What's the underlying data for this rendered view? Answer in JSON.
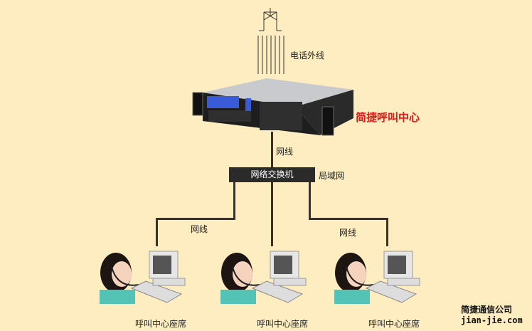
{
  "diagram": {
    "antenna_label": "电话外线",
    "server_label": "简捷呼叫中心",
    "uplink_label": "网线",
    "switch_label": "网络交换机",
    "lan_label": "局域网",
    "branch_labels": [
      "网线",
      "网线"
    ],
    "seats": [
      {
        "label": "呼叫中心座席"
      },
      {
        "label": "呼叫中心座席"
      },
      {
        "label": "呼叫中心座席"
      }
    ],
    "company_name": "简捷通信公司",
    "company_url": "jian-jie.com",
    "colors": {
      "background": "#fdedc0",
      "brand": "#e01818",
      "switch": "#2b2b2b",
      "line": "#3a3226"
    }
  }
}
